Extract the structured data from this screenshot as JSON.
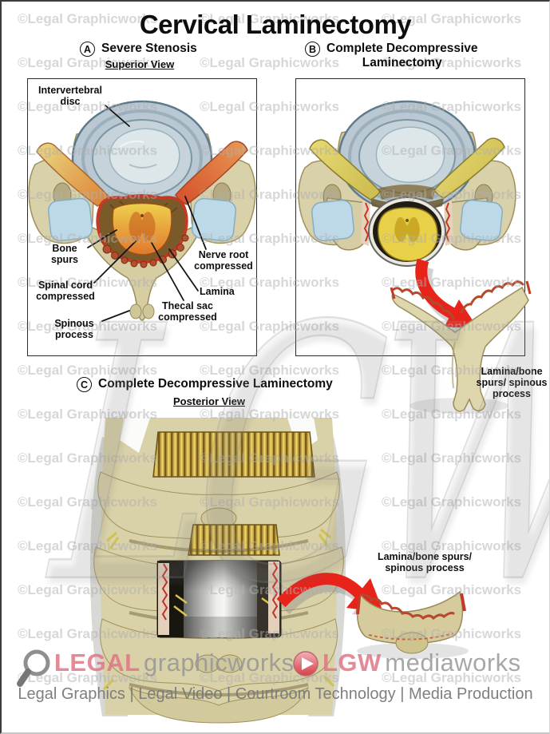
{
  "title": "Cervical Laminectomy",
  "watermark": {
    "text": "©Legal Graphicworks",
    "big_text": "LGW",
    "color": "#b0b0b0"
  },
  "panel_a": {
    "letter": "A",
    "heading": "Severe Stenosis",
    "subheading": "Superior View",
    "labels": {
      "intervertebral_disc": [
        "Intervertebral",
        "disc"
      ],
      "bone_spurs": [
        "Bone",
        "spurs"
      ],
      "spinal_cord": [
        "Spinal cord",
        "compressed"
      ],
      "spinous_process": [
        "Spinous",
        "process"
      ],
      "nerve_root": [
        "Nerve root",
        "compressed"
      ],
      "lamina": [
        "Lamina"
      ],
      "thecal_sac": [
        "Thecal sac",
        "compressed"
      ]
    }
  },
  "panel_b": {
    "letter": "B",
    "heading_line1": "Complete Decompressive",
    "heading_line2": "Laminectomy",
    "removed_label": [
      "Lamina/bone",
      "spurs/ spinous",
      "process"
    ]
  },
  "panel_c": {
    "letter": "C",
    "heading": "Complete Decompressive Laminectomy",
    "subheading": "Posterior View",
    "removed_label": [
      "Lamina/bone spurs/",
      "spinous process"
    ]
  },
  "footer": {
    "brand1_accent": "LEGAL",
    "brand1_rest": "graphicworks",
    "brand2_accent": "LGW",
    "brand2_rest": "mediaworks",
    "tagline": "Legal Graphics | Legal Video | Courtroom Technology | Media Production",
    "accent_color": "#e07484",
    "gray_color": "#949494"
  },
  "colors": {
    "bone": "#d9d1a7",
    "disc_blue": "#b9c8d3",
    "cord_yellow": "#e9d049",
    "cord_orange": "#e2772c",
    "facet_blue": "#bdd9e8",
    "cut_red": "#c23a24",
    "arrow_red": "#e8231a",
    "ligament_gold": "#c8a93f",
    "watermark_gray": "#b0b0b0"
  }
}
